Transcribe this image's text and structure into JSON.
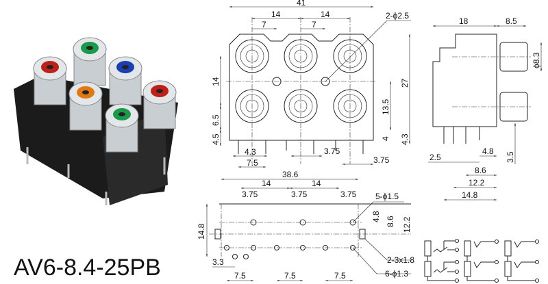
{
  "model_name": "AV6-8.4-25PB",
  "jack_colors": {
    "red": "#c0201a",
    "green": "#1a9a4a",
    "blue": "#1a3fb0",
    "orange": "#e07a10",
    "body": "#1b1b1b",
    "metal": "#cfd3d6"
  },
  "front_view": {
    "overall_width": "41",
    "pitch_a": "14",
    "pitch_b": "14",
    "offset_a": "7",
    "offset_b": "7",
    "hole_note": "2-ϕ2.5",
    "row_pitch": "14",
    "lower_height": "6.5",
    "pin_height": "4.5",
    "total_height": "27",
    "mid_height": "13.5",
    "bottom_step": "4",
    "pin_length": "4.3",
    "pin_span": "4.3",
    "pin_pitch": "7.5",
    "pin_offset_mid": "3.75",
    "pin_offset_right": "3.75"
  },
  "side_view": {
    "body_depth": "18",
    "jack_protrusion": "8.5",
    "jack_diameter": "ϕ8.3",
    "pin_a": "4.8",
    "pin_b": "2.5",
    "pin_c": "8.6",
    "pin_d": "12.2",
    "pin_e": "14.8",
    "pin_drop": "3.5"
  },
  "bottom_view": {
    "overall_width": "38.6",
    "pitch_a": "14",
    "pitch_b": "14",
    "offset_1": "3.75",
    "offset_2": "3.75",
    "offset_3": "3.75",
    "large_hole_note": "5-ϕ1.5",
    "slot_note": "2-3x1.8",
    "small_hole_note": "6-ϕ1.3",
    "depth": "14.8",
    "row_1": "4.8",
    "row_2": "8.6",
    "row_3": "12.2",
    "edge_offset": "3.3",
    "pitch_1": "7.5",
    "pitch_2": "7.5",
    "pitch_3": "7.5"
  }
}
